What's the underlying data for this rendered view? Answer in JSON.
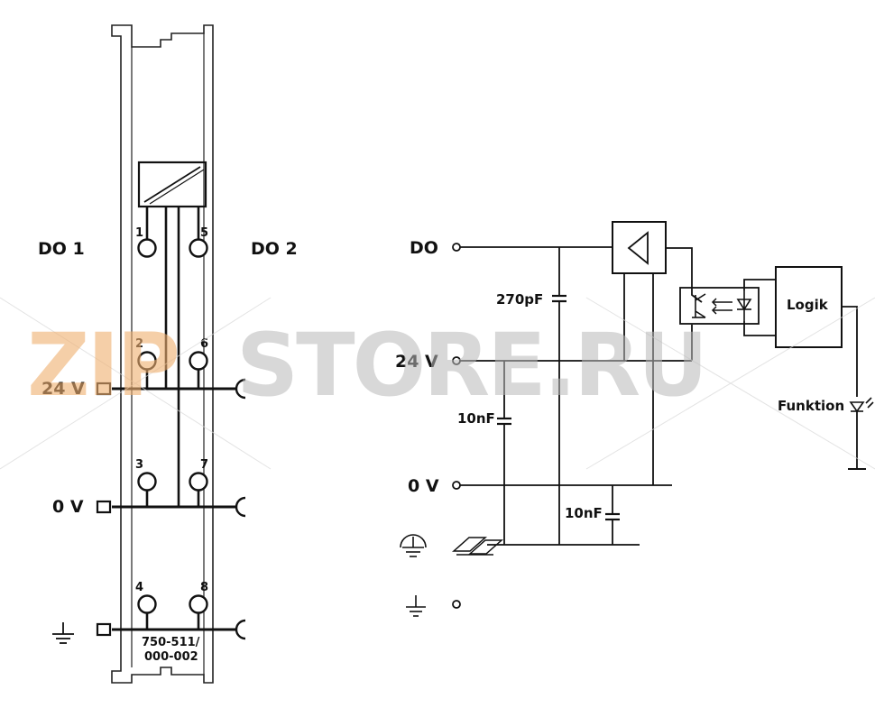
{
  "left_module": {
    "do1_label": "DO 1",
    "do2_label": "DO 2",
    "v24_label": "24 V",
    "v0_label": "0 V",
    "pins": [
      "1",
      "2",
      "3",
      "4",
      "5",
      "6",
      "7",
      "8"
    ],
    "part_number_line1": "750-511/",
    "part_number_line2": "000-002"
  },
  "right_circuit": {
    "do_label": "DO",
    "v24_label": "24 V",
    "v0_label": "0 V",
    "cap_270": "270pF",
    "cap_10_a": "10nF",
    "cap_10_b": "10nF",
    "logic_label": "Logik",
    "function_label": "Funktion"
  },
  "watermark": {
    "part1": "ZIP",
    "part2": "STORE.RU",
    "accent_color": "#f0b070",
    "gray_color": "#b9b9b9"
  }
}
